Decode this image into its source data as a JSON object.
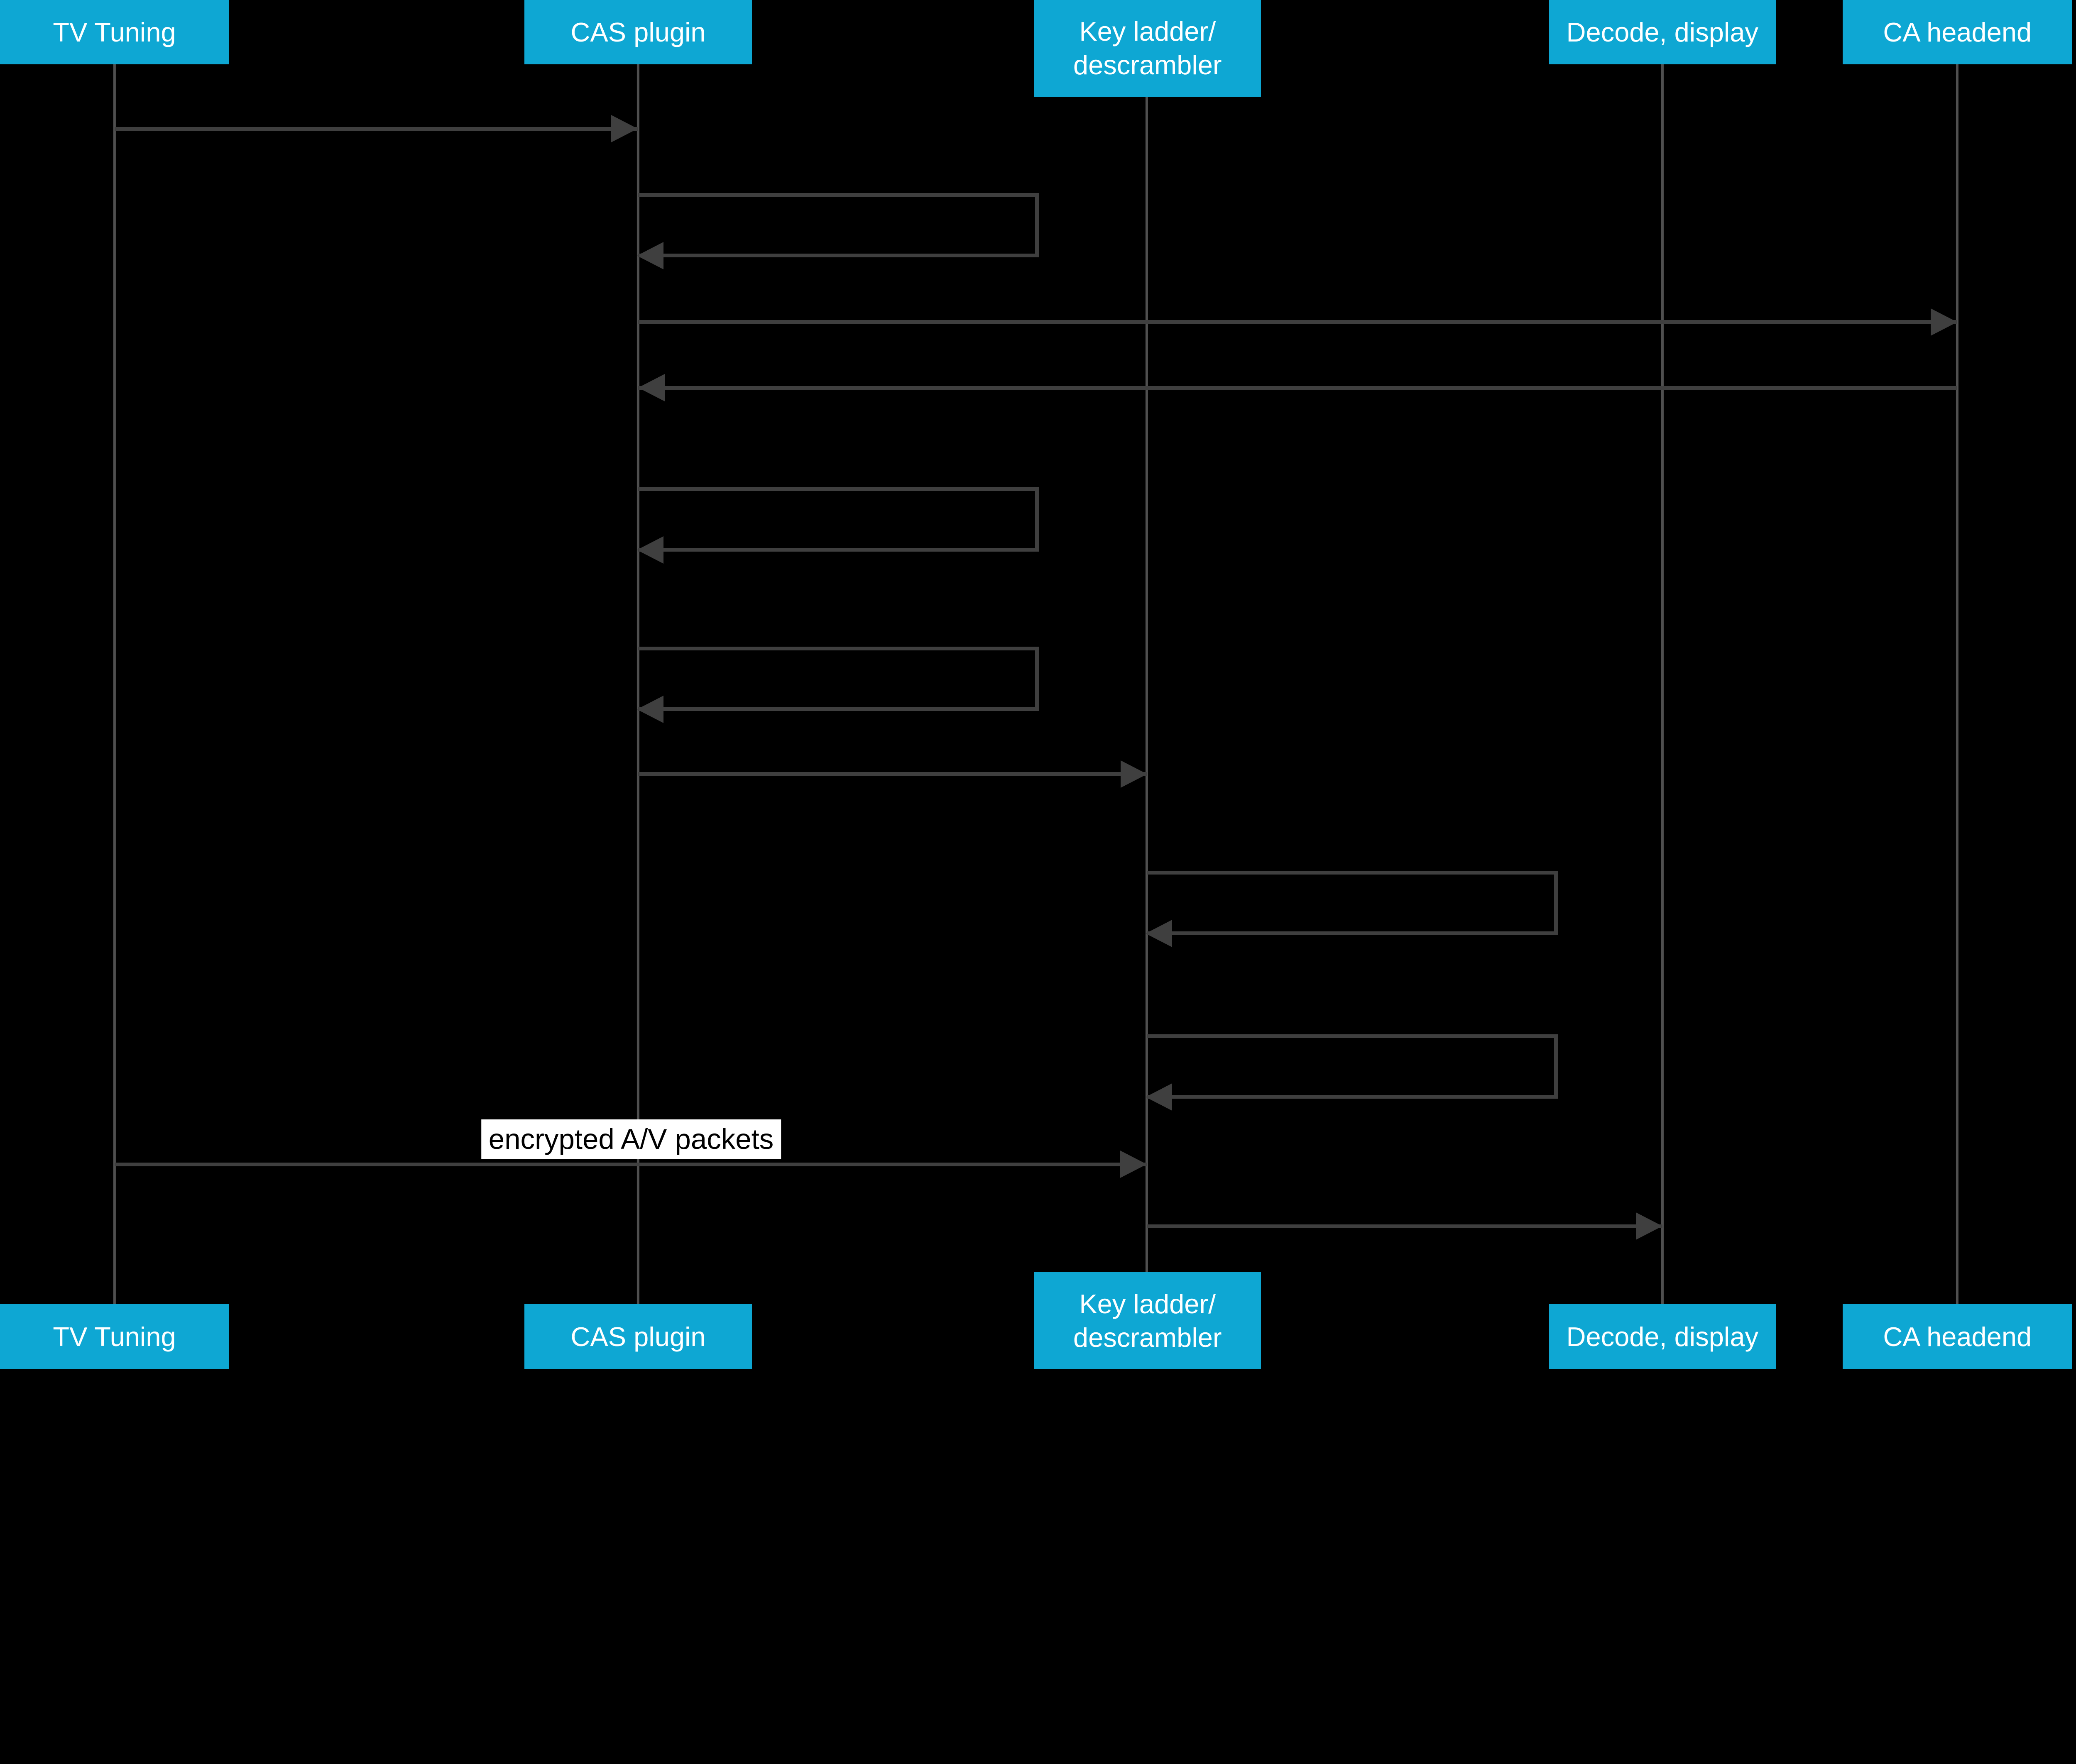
{
  "diagram": {
    "type": "sequence-diagram",
    "colors": {
      "background": "#000000",
      "actor_fill": "#0ea7d3",
      "actor_text": "#ffffff",
      "message_line": "#3f3f3f",
      "lifeline": "#4f4f4f",
      "label_background": "#ffffff",
      "label_text": "#000000"
    },
    "actors": [
      {
        "id": "tv-tuning",
        "label": "TV Tuning"
      },
      {
        "id": "cas-plugin",
        "label": "CAS plugin"
      },
      {
        "id": "key-ladder",
        "label": "Key ladder/\ndescrambler"
      },
      {
        "id": "decode-display",
        "label": "Decode, display"
      },
      {
        "id": "ca-headend",
        "label": "CA headend"
      }
    ],
    "messages": [
      {
        "index": 0,
        "kind": "arrow",
        "from": "tv-tuning",
        "to": "cas-plugin",
        "label": ""
      },
      {
        "index": 1,
        "kind": "self",
        "actor": "cas-plugin",
        "label": ""
      },
      {
        "index": 2,
        "kind": "arrow",
        "from": "cas-plugin",
        "to": "ca-headend",
        "label": ""
      },
      {
        "index": 3,
        "kind": "arrow",
        "from": "ca-headend",
        "to": "cas-plugin",
        "label": ""
      },
      {
        "index": 4,
        "kind": "self",
        "actor": "cas-plugin",
        "label": ""
      },
      {
        "index": 5,
        "kind": "self",
        "actor": "cas-plugin",
        "label": ""
      },
      {
        "index": 6,
        "kind": "arrow",
        "from": "cas-plugin",
        "to": "key-ladder",
        "label": ""
      },
      {
        "index": 7,
        "kind": "self",
        "actor": "key-ladder",
        "label": ""
      },
      {
        "index": 8,
        "kind": "self",
        "actor": "key-ladder",
        "label": ""
      },
      {
        "index": 9,
        "kind": "arrow",
        "from": "tv-tuning",
        "to": "key-ladder",
        "label": "encrypted A/V packets"
      },
      {
        "index": 10,
        "kind": "arrow",
        "from": "key-ladder",
        "to": "decode-display",
        "label": ""
      }
    ]
  }
}
